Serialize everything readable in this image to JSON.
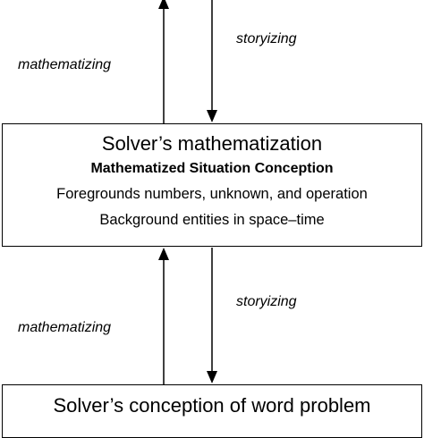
{
  "labels": {
    "upper_left": "mathematizing",
    "upper_right": "storyizing",
    "lower_left": "mathematizing",
    "lower_right": "storyizing"
  },
  "main_box": {
    "title": "Solver’s mathematization",
    "subtitle": "Mathematized Situation Conception",
    "line1": "Foregrounds numbers, unknown, and operation",
    "line2": "Background entities in space–time"
  },
  "bottom_box": {
    "title": "Solver’s conception of word problem"
  },
  "colors": {
    "stroke": "#000000",
    "background": "#ffffff"
  }
}
